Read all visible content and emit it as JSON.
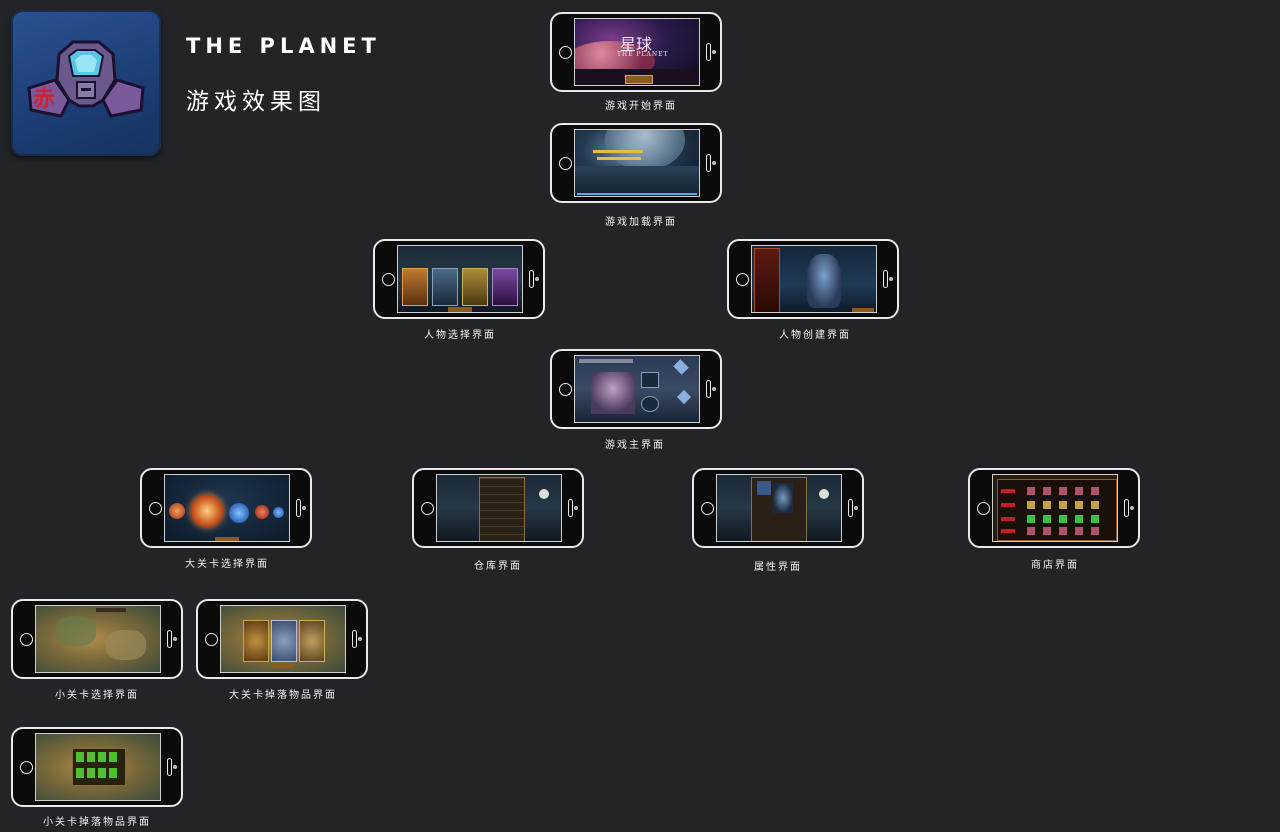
{
  "header": {
    "title_en": "THE PLANET",
    "title_cn": "游戏效果图"
  },
  "logo": {
    "icon": "robot-helmet-icon",
    "accent": "#d21e2d",
    "background": "#1f4480"
  },
  "screens": [
    {
      "id": "start",
      "label": "游戏开始界面",
      "theme": "space",
      "overlay_title": "星球",
      "overlay_sub": "THE PLANET"
    },
    {
      "id": "loading",
      "label": "游戏加载界面",
      "theme": "loading"
    },
    {
      "id": "char-select",
      "label": "人物选择界面",
      "theme": "cards"
    },
    {
      "id": "char-create",
      "label": "人物创建界面",
      "theme": "create"
    },
    {
      "id": "main",
      "label": "游戏主界面",
      "theme": "main"
    },
    {
      "id": "big-level-select",
      "label": "大关卡选择界面",
      "theme": "orbs"
    },
    {
      "id": "warehouse",
      "label": "仓库界面",
      "theme": "grid-panel"
    },
    {
      "id": "attributes",
      "label": "属性界面",
      "theme": "attr-panel"
    },
    {
      "id": "shop",
      "label": "商店界面",
      "theme": "shop"
    },
    {
      "id": "small-level-select",
      "label": "小关卡选择界面",
      "theme": "map"
    },
    {
      "id": "big-level-drops",
      "label": "大关卡掉落物品界面",
      "theme": "map-cards"
    },
    {
      "id": "small-level-drops",
      "label": "小关卡掉落物品界面",
      "theme": "map-gems"
    }
  ]
}
